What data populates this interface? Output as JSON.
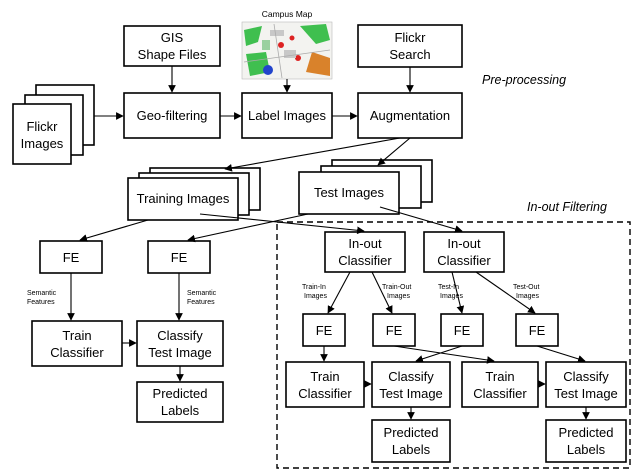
{
  "nodes": {
    "gis": [
      "GIS",
      "Shape Files"
    ],
    "flickr_search": [
      "Flickr",
      "Search"
    ],
    "campus_map_caption": "Campus Map",
    "flickr_images": [
      "Flickr",
      "Images"
    ],
    "geo_filtering": "Geo-filtering",
    "label_images": "Label Images",
    "augmentation": "Augmentation",
    "training_images": "Training Images",
    "test_images": "Test Images",
    "fe": "FE",
    "train_classifier": [
      "Train",
      "Classifier"
    ],
    "classify_test_image": [
      "Classify",
      "Test Image"
    ],
    "predicted_labels": [
      "Predicted",
      "Labels"
    ],
    "inout_classifier": [
      "In-out",
      "Classifier"
    ]
  },
  "edge_labels": {
    "semantic_features": [
      "Semantic",
      "Features"
    ],
    "train_in": [
      "Train-In",
      "Images"
    ],
    "train_out": [
      "Train-Out",
      "Images"
    ],
    "test_in": [
      "Test-In",
      "Images"
    ],
    "test_out": [
      "Test-Out",
      "Images"
    ]
  },
  "sections": {
    "preprocessing": "Pre-processing",
    "inout_filtering": "In-out Filtering"
  },
  "colors": {
    "map_green": "#3fbf4f",
    "map_blue": "#2244cc",
    "map_red": "#dd2222",
    "map_orange": "#d9822b"
  }
}
